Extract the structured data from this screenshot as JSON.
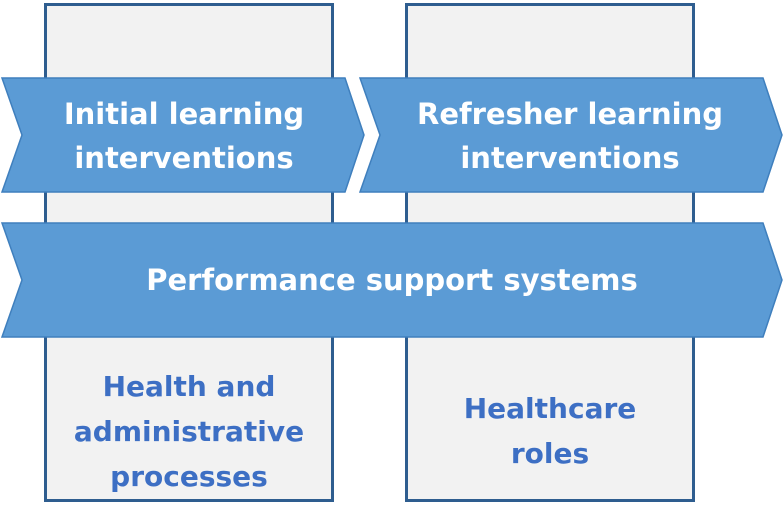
{
  "diagram": {
    "colors": {
      "arrow_fill": "#5b9bd5",
      "arrow_stroke": "#3f7fbd",
      "box_fill": "#f2f2f2",
      "box_border": "#2e5d8f",
      "box_text": "#3d6fc4",
      "arrow_text": "#ffffff"
    },
    "arrows": {
      "initial": {
        "line1": "Initial learning",
        "line2": "interventions"
      },
      "refresher": {
        "line1": "Refresher learning",
        "line2": "interventions"
      },
      "performance": "Performance support systems"
    },
    "columns": {
      "left": [
        "Health and",
        "administrative",
        "processes"
      ],
      "right": [
        "Healthcare",
        "roles"
      ]
    }
  }
}
